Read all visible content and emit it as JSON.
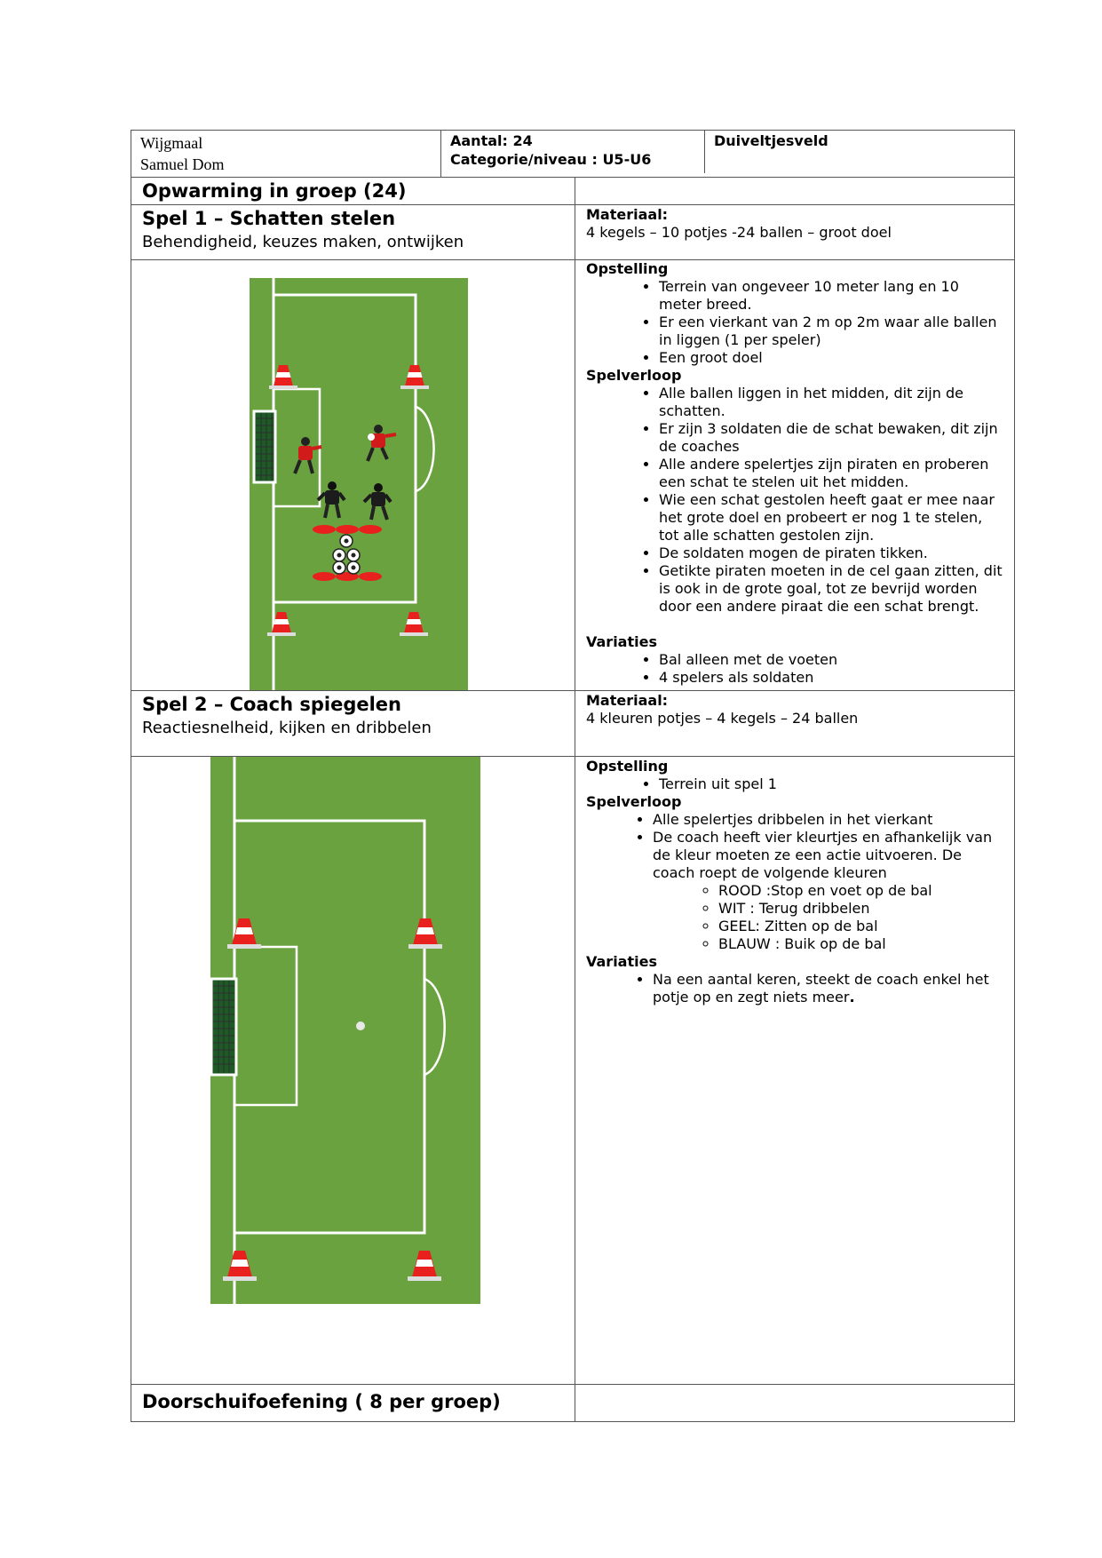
{
  "header": {
    "club": "Wijgmaal",
    "trainer": "Samuel Dom",
    "aantal": "Aantal: 24",
    "categorie": "Categorie/niveau : U5-U6",
    "veld": "Duiveltjesveld"
  },
  "warmup": {
    "title": "Opwarming in groep (24)"
  },
  "spel1": {
    "title": "Spel 1 – Schatten stelen",
    "subtitle": "Behendigheid, keuzes maken, ontwijken",
    "materiaal_label": "Materiaal:",
    "materiaal": "4 kegels – 10 potjes -24 ballen – groot doel",
    "opstelling_label": "Opstelling",
    "opstelling": [
      "Terrein van ongeveer 10 meter lang en  10 meter breed.",
      "Er een vierkant van 2 m op 2m waar alle ballen in liggen (1 per speler)",
      "Een groot doel"
    ],
    "spelverloop_label": "Spelverloop",
    "spelverloop": [
      "Alle ballen liggen in het midden, dit zijn de schatten.",
      "Er zijn 3 soldaten die de schat bewaken, dit zijn de coaches",
      "Alle andere spelertjes zijn piraten en proberen een schat te stelen uit het midden.",
      "Wie een schat gestolen heeft gaat er mee naar het grote doel en probeert er nog 1 te stelen, tot alle schatten gestolen zijn.",
      "De soldaten mogen de piraten tikken.",
      "Getikte piraten moeten in de cel gaan zitten, dit is ook in de grote goal, tot ze bevrijd worden door een andere piraat die een schat brengt."
    ],
    "variaties_label": "Variaties",
    "variaties": [
      "Bal alleen met de voeten",
      "4 spelers als soldaten"
    ]
  },
  "spel2": {
    "title": "Spel 2 – Coach spiegelen",
    "subtitle": "Reactiesnelheid, kijken en dribbelen",
    "materiaal_label": "Materiaal:",
    "materiaal": "4 kleuren potjes – 4 kegels – 24 ballen",
    "opstelling_label": "Opstelling",
    "opstelling": [
      "Terrein uit spel 1"
    ],
    "spelverloop_label": "Spelverloop",
    "spelverloop": [
      "Alle spelertjes dribbelen in het vierkant",
      "De coach heeft vier kleurtjes en afhankelijk van de kleur moeten ze een actie uitvoeren. De coach roept de volgende kleuren"
    ],
    "kleuren": [
      "ROOD :Stop en voet op de bal",
      "WIT : Terug dribbelen",
      "GEEL: Zitten op de bal",
      "BLAUW : Buik op de bal"
    ],
    "variaties_label": "Variaties",
    "variaties_text": "Na een aantal keren, steekt de coach enkel het potje op en zegt niets meer",
    "variaties_end": "."
  },
  "footer_section": {
    "title": "Doorschuifoefening ( 8 per groep)"
  },
  "colors": {
    "pitch": "#6aa240",
    "cone": "#e8201e",
    "player_red": "#d11b1b",
    "player_black": "#1c1c1c"
  }
}
